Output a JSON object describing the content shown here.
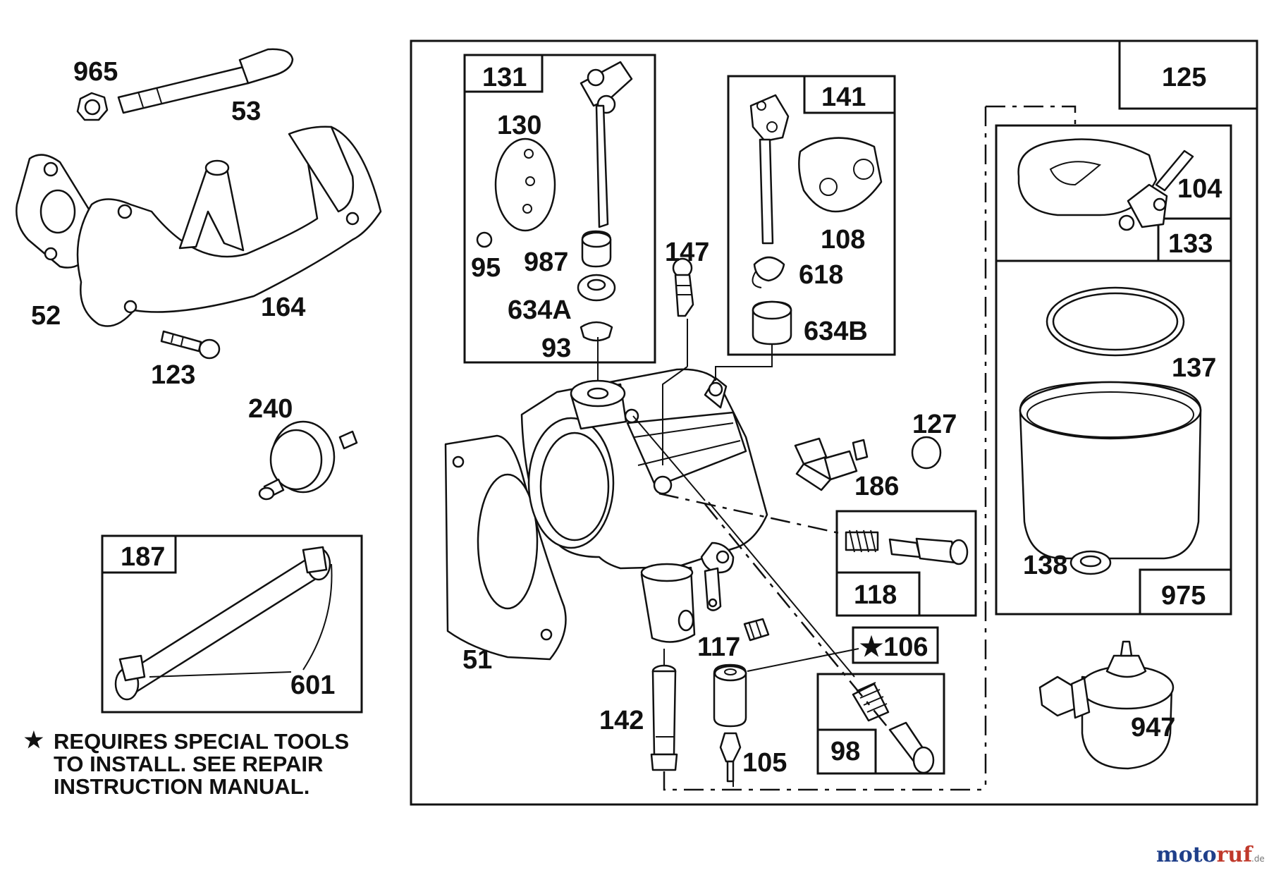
{
  "labels": {
    "p965": "965",
    "p53": "53",
    "p52": "52",
    "p164": "164",
    "p123": "123",
    "p240": "240",
    "p187": "187",
    "p601": "601",
    "p131": "131",
    "p130": "130",
    "p95": "95",
    "p987": "987",
    "p634A": "634A",
    "p93": "93",
    "p147": "147",
    "p141": "141",
    "p108": "108",
    "p618": "618",
    "p634B": "634B",
    "p125": "125",
    "p104": "104",
    "p133": "133",
    "p137": "137",
    "p138": "138",
    "p975": "975",
    "p127": "127",
    "p186": "186",
    "p118": "118",
    "p51": "51",
    "p117": "117",
    "p106": "★106",
    "p98": "98",
    "p142": "142",
    "p105": "105",
    "p947": "947"
  },
  "note": {
    "star": "★",
    "line1": "REQUIRES SPECIAL TOOLS",
    "line2": "TO INSTALL.  SEE REPAIR",
    "line3": "INSTRUCTION MANUAL."
  },
  "watermark": {
    "part1": "moto",
    "part2": "ruf",
    "suffix": ".de",
    "colors": {
      "moto": "#1f3f8a",
      "ruf": "#c0392b"
    }
  }
}
